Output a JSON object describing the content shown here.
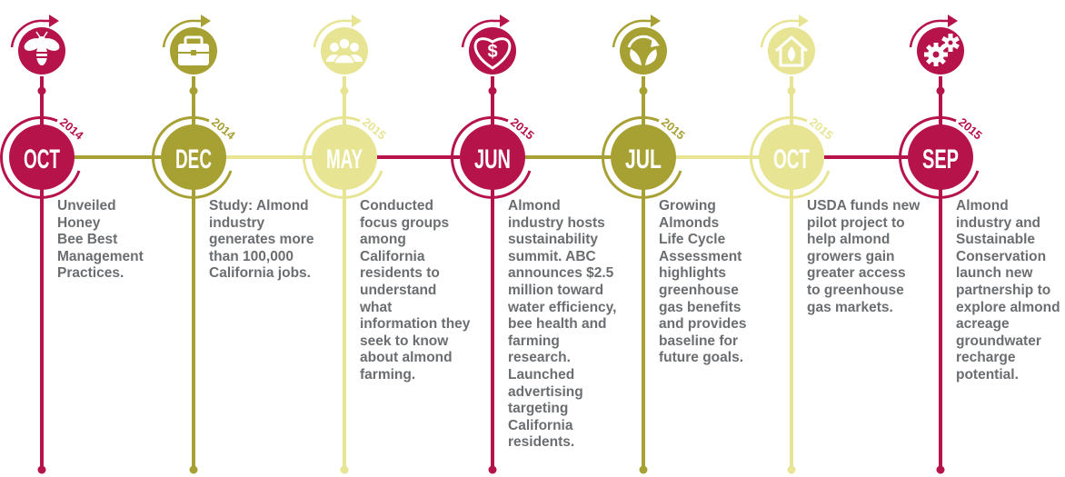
{
  "colors": {
    "crimson": "#b5134a",
    "olive": "#a7a033",
    "pale": "#e7e593",
    "text": "#6b6e71"
  },
  "events": [
    {
      "month": "OCT",
      "year": "2014",
      "icon": "bee-icon",
      "color": "crimson",
      "text": "Unveiled\nHoney\nBee Best\nManagement\nPractices."
    },
    {
      "month": "DEC",
      "year": "2014",
      "icon": "briefcase-icon",
      "color": "olive",
      "text": "Study: Almond\nindustry\ngenerates more\nthan 100,000\nCalifornia jobs."
    },
    {
      "month": "MAY",
      "year": "2015",
      "icon": "people-group-icon",
      "color": "pale",
      "text": "Conducted\nfocus groups\namong\nCalifornia\nresidents to\nunderstand\nwhat\ninformation they\nseek to know\nabout almond\nfarming."
    },
    {
      "month": "JUN",
      "year": "2015",
      "icon": "heart-dollar-icon",
      "color": "crimson",
      "text": "Almond\nindustry hosts\nsustainability\nsummit. ABC\nannounces $2.5\nmillion toward\nwater efficiency,\nbee health and\nfarming research.\nLaunched\nadvertising\ntargeting\nCalifornia\nresidents."
    },
    {
      "month": "JUL",
      "year": "2015",
      "icon": "leaf-cycle-icon",
      "color": "olive",
      "text": "Growing\nAlmonds\nLife Cycle\nAssessment\nhighlights\ngreenhouse\ngas benefits\nand provides\nbaseline for\nfuture goals."
    },
    {
      "month": "OCT",
      "year": "2015",
      "icon": "house-leaf-icon",
      "color": "pale",
      "text": "USDA funds new\npilot project to\nhelp almond\ngrowers gain\ngreater access\nto greenhouse\ngas markets."
    },
    {
      "month": "SEP",
      "year": "2015",
      "icon": "gears-icon",
      "color": "crimson",
      "text": "Almond\nindustry and\nSustainable\nConservation\nlaunch new\npartnership to\nexplore almond\nacreage\ngroundwater\nrecharge\npotential."
    }
  ]
}
